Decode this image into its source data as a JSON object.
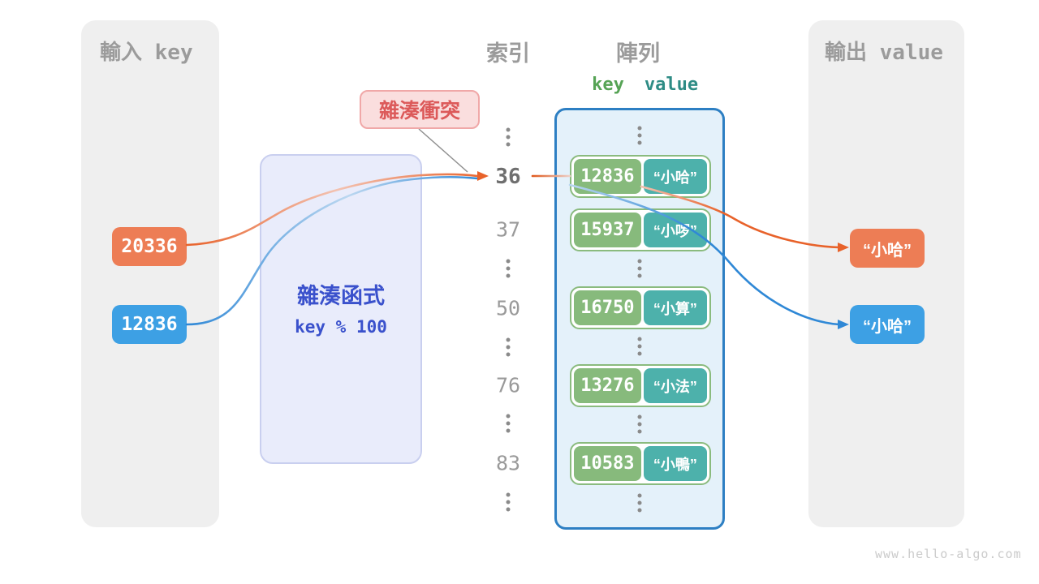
{
  "watermark": "www.hello-algo.com",
  "input_panel": {
    "title": "輸入 key",
    "keys": [
      {
        "value": "20336",
        "color": "#ED7D55"
      },
      {
        "value": "12836",
        "color": "#3DA0E4"
      }
    ]
  },
  "hash_function": {
    "name": "雜湊函式",
    "formula": "key % 100"
  },
  "collision_label": {
    "text": "雜湊衝突"
  },
  "index_column": {
    "header": "索引",
    "ellipsis": "⋮",
    "values": [
      "36",
      "37",
      "50",
      "76",
      "83"
    ],
    "highlighted": "36"
  },
  "array_panel": {
    "header": "陣列",
    "columns": {
      "key": "key",
      "value": "value"
    },
    "rows": [
      {
        "index": "36",
        "key": "12836",
        "value": "“小哈”"
      },
      {
        "index": "37",
        "key": "15937",
        "value": "“小啰”"
      },
      {
        "index": "50",
        "key": "16750",
        "value": "“小算”"
      },
      {
        "index": "76",
        "key": "13276",
        "value": "“小法”"
      },
      {
        "index": "83",
        "key": "10583",
        "value": "“小鴨”"
      }
    ]
  },
  "output_panel": {
    "title": "輸出 value",
    "values": [
      {
        "text": "“小哈”",
        "color": "#ED7D55"
      },
      {
        "text": "“小哈”",
        "color": "#3DA0E4"
      }
    ]
  },
  "colors": {
    "orange": "#ED7D55",
    "blue": "#3DA0E4",
    "key_green": "#87BA7C",
    "value_teal": "#4DB1AB",
    "array_border": "#2D7FC3",
    "array_fill": "#E4F1FA",
    "hash_fill": "#E9ECFB",
    "hash_border": "#C9CFEF",
    "hash_text": "#3A51CC",
    "collision_fill": "#FADEDE",
    "collision_border": "#F0A8A8",
    "collision_text": "#DC5A5A",
    "panel_gray": "#EFEFEF",
    "title_gray": "#9B9B9B"
  }
}
